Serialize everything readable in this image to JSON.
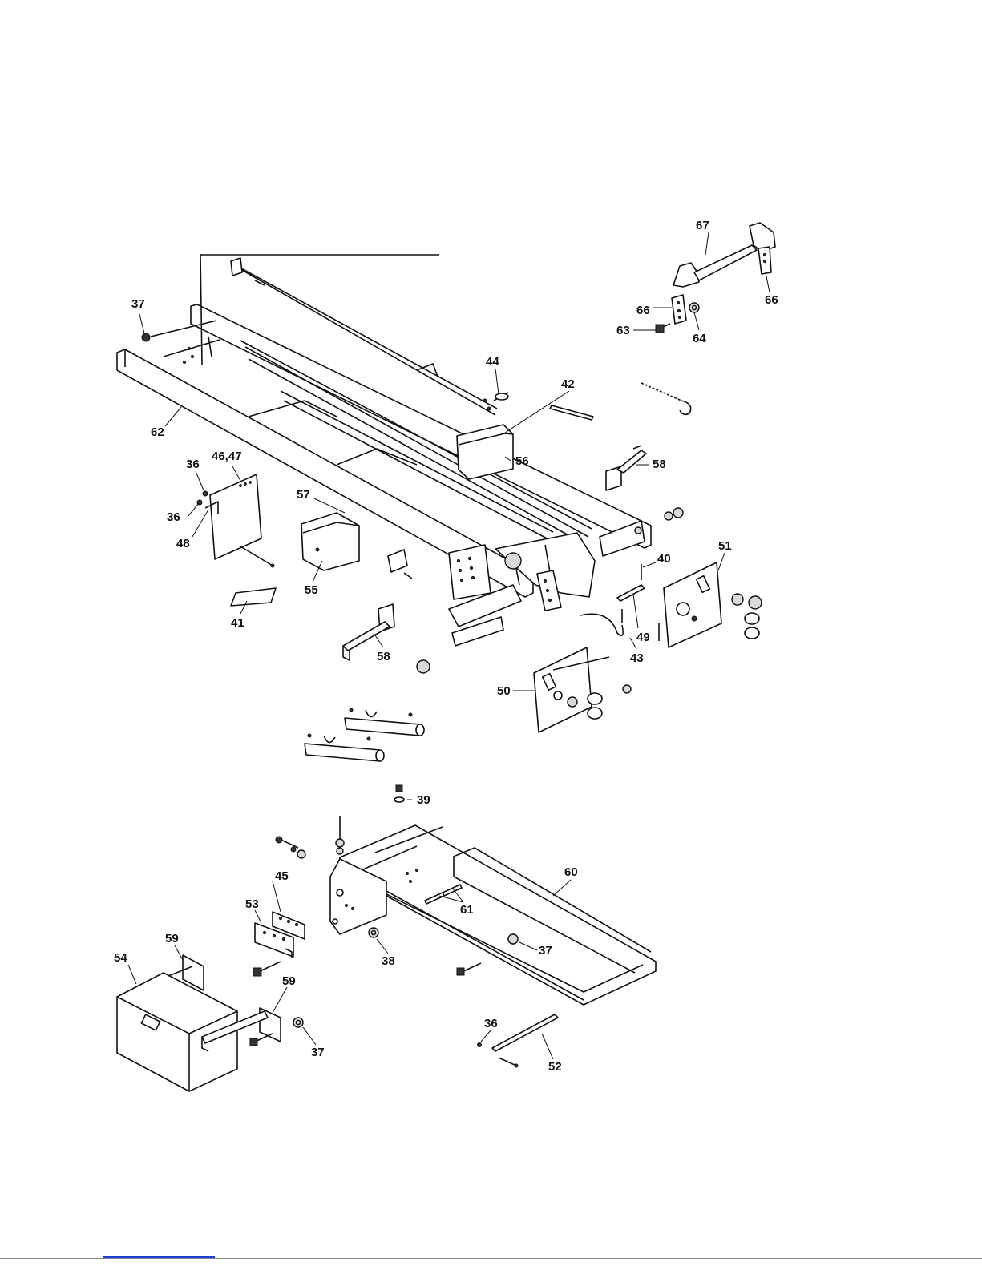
{
  "diagram": {
    "callouts": [
      {
        "id": "c67",
        "text": "67"
      },
      {
        "id": "c66a",
        "text": "66"
      },
      {
        "id": "c66b",
        "text": "66"
      },
      {
        "id": "c63",
        "text": "63"
      },
      {
        "id": "c64",
        "text": "64"
      },
      {
        "id": "c37a",
        "text": "37"
      },
      {
        "id": "c44",
        "text": "44"
      },
      {
        "id": "c42",
        "text": "42"
      },
      {
        "id": "c62",
        "text": "62"
      },
      {
        "id": "c56",
        "text": "56"
      },
      {
        "id": "c58a",
        "text": "58"
      },
      {
        "id": "c36a",
        "text": "36"
      },
      {
        "id": "c4647",
        "text": "46,47"
      },
      {
        "id": "c57",
        "text": "57"
      },
      {
        "id": "c36b",
        "text": "36"
      },
      {
        "id": "c48",
        "text": "48"
      },
      {
        "id": "c55",
        "text": "55"
      },
      {
        "id": "c40",
        "text": "40"
      },
      {
        "id": "c51",
        "text": "51"
      },
      {
        "id": "c49",
        "text": "49"
      },
      {
        "id": "c41",
        "text": "41"
      },
      {
        "id": "c58b",
        "text": "58"
      },
      {
        "id": "c43",
        "text": "43"
      },
      {
        "id": "c50",
        "text": "50"
      },
      {
        "id": "c39",
        "text": "39"
      },
      {
        "id": "c45",
        "text": "45"
      },
      {
        "id": "c60",
        "text": "60"
      },
      {
        "id": "c53",
        "text": "53"
      },
      {
        "id": "c61",
        "text": "61"
      },
      {
        "id": "c37b",
        "text": "37"
      },
      {
        "id": "c38",
        "text": "38"
      },
      {
        "id": "c59a",
        "text": "59"
      },
      {
        "id": "c54",
        "text": "54"
      },
      {
        "id": "c59b",
        "text": "59"
      },
      {
        "id": "c37c",
        "text": "37"
      },
      {
        "id": "c36c",
        "text": "36"
      },
      {
        "id": "c52",
        "text": "52"
      }
    ]
  },
  "colors": {
    "line": "#111111",
    "footer_link": "#1a3fd6"
  }
}
